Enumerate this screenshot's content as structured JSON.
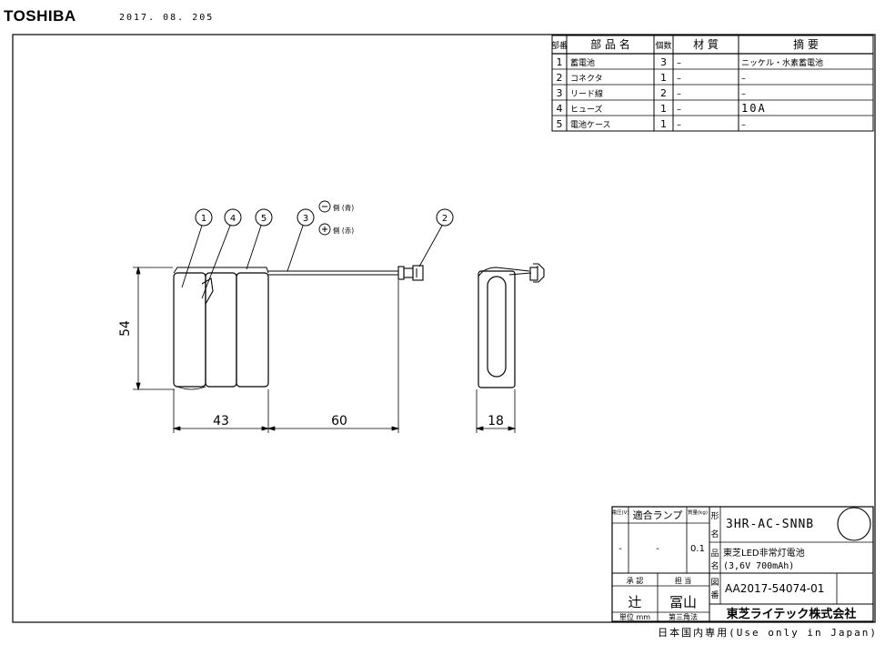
{
  "header": {
    "brand": "TOSHIBA",
    "date": "2017. 08. 205"
  },
  "parts_table": {
    "headers": [
      "部番",
      "部 品 名",
      "個数",
      "材 質",
      "摘 要"
    ],
    "rows": [
      {
        "no": "1",
        "name": "蓄電池",
        "qty": "3",
        "material": "–",
        "note": "ニッケル・水素蓄電池"
      },
      {
        "no": "2",
        "name": "コネクタ",
        "qty": "1",
        "material": "–",
        "note": "–"
      },
      {
        "no": "3",
        "name": "リード線",
        "qty": "2",
        "material": "–",
        "note": "–"
      },
      {
        "no": "4",
        "name": "ヒューズ",
        "qty": "1",
        "material": "–",
        "note": "10A"
      },
      {
        "no": "5",
        "name": "電池ケース",
        "qty": "1",
        "material": "–",
        "note": "–"
      }
    ]
  },
  "drawing": {
    "callouts": [
      "1",
      "4",
      "5",
      "3",
      "2"
    ],
    "legend_minus": "側 (青)",
    "legend_plus": "側 (赤)",
    "dim_height": "54",
    "dim_width": "43",
    "dim_lead": "60",
    "dim_depth": "18"
  },
  "title_block": {
    "voltage_label": "電圧(V)",
    "lamp_label": "適合ランプ",
    "weight_label": "質量(kg)",
    "voltage_value": "-",
    "lamp_value": "-",
    "weight_value": "0.1",
    "model_label_1": "形",
    "model_label_2": "名",
    "model": "3HR-AC-SNNB",
    "product_label_1": "品",
    "product_label_2": "名",
    "product_line1": "東芝LED非常灯電池",
    "product_line2": "(3,6V 700mAh)",
    "approve_label": "承 認",
    "charge_label": "担 当",
    "approve_name": "辻",
    "charge_name": "冨山",
    "drawing_no_label_1": "図",
    "drawing_no_label_2": "番",
    "drawing_no": "AA2017-54074-01",
    "unit": "単位 mm",
    "projection": "第三角法",
    "company": "東芝ライテック株式会社"
  },
  "footer": "日本国内専用(Use only in Japan)"
}
